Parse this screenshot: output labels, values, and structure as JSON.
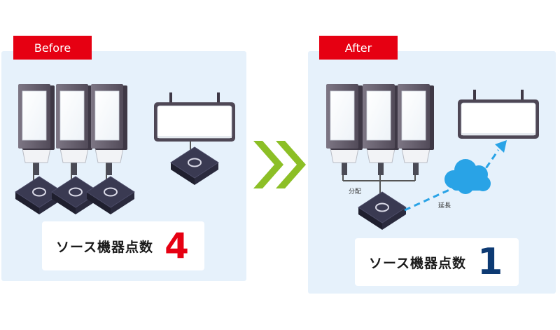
{
  "before": {
    "tag": "Before",
    "count_label": "ソース機器点数",
    "count_value": "4"
  },
  "after": {
    "tag": "After",
    "count_label": "ソース機器点数",
    "count_value": "1",
    "split_label": "分配",
    "extend_label": "延長"
  },
  "icons": {
    "transition": "double-chevron-right-icon",
    "source_device": "media-player-icon",
    "display": "digital-signage-icon",
    "network": "cloud-icon"
  },
  "colors": {
    "tag": "#e60012",
    "panel": "#e6f1fb",
    "before_count": "#e60012",
    "after_count": "#0d3a73",
    "arrow": "#8cbf26",
    "cloud": "#29a3e6",
    "link": "#29a3e6"
  }
}
